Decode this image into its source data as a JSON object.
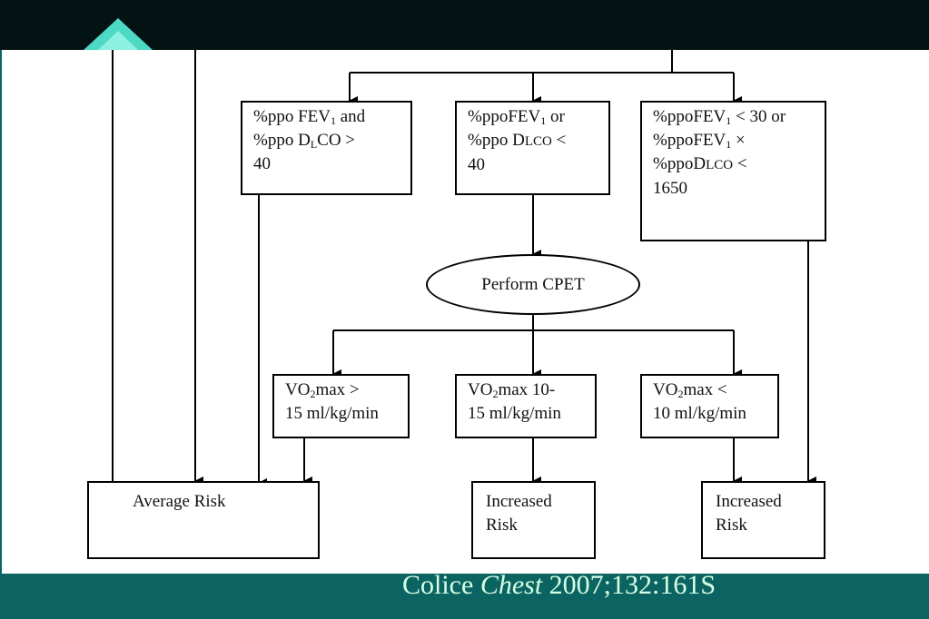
{
  "colors": {
    "background": "#0b6462",
    "topbar": "#031314",
    "accent_shape": "#4dd9c4",
    "citation_text": "#d7ffe6"
  },
  "boxes": {
    "good_function": {
      "l1a": "%ppo FEV",
      "l1sub": "1",
      "l1b": " and",
      "l2a": "%ppo D",
      "l2sub": "L",
      "l2b": "CO >",
      "l3": "40"
    },
    "borderline_function": {
      "l1a": "%ppoFEV",
      "l1sub": "1",
      "l1b": " or",
      "l2a": "%ppo D",
      "l2sc": "LCO",
      "l2b": " <",
      "l3": "40"
    },
    "poor_function": {
      "l1a": "%ppoFEV",
      "l1sub": "1",
      "l1b": " < 30 or",
      "l2a": "%ppoFEV",
      "l2sub": "1",
      "l2b": " ×",
      "l3a": "%ppoD",
      "l3sc": "LCO",
      "l3b": " <",
      "l4": "1650"
    },
    "cpet": "Perform CPET",
    "vo2_high": {
      "l1a": "VO",
      "l1sub": "2",
      "l1b": "max >",
      "l2": "15 ml/kg/min"
    },
    "vo2_mid": {
      "l1a": "VO",
      "l1sub": "2",
      "l1b": "max 10-",
      "l2": "15 ml/kg/min"
    },
    "vo2_low": {
      "l1a": "VO",
      "l1sub": "2",
      "l1b": "max <",
      "l2": "10 ml/kg/min"
    },
    "average_risk": "Average Risk",
    "increased_risk_1": {
      "l1": "Increased",
      "l2": "Risk"
    },
    "increased_risk_2": {
      "l1": "Increased",
      "l2": "Risk"
    }
  },
  "citation": {
    "author": "Colice ",
    "journal": "Chest",
    "ref": " 2007;132:161S"
  }
}
